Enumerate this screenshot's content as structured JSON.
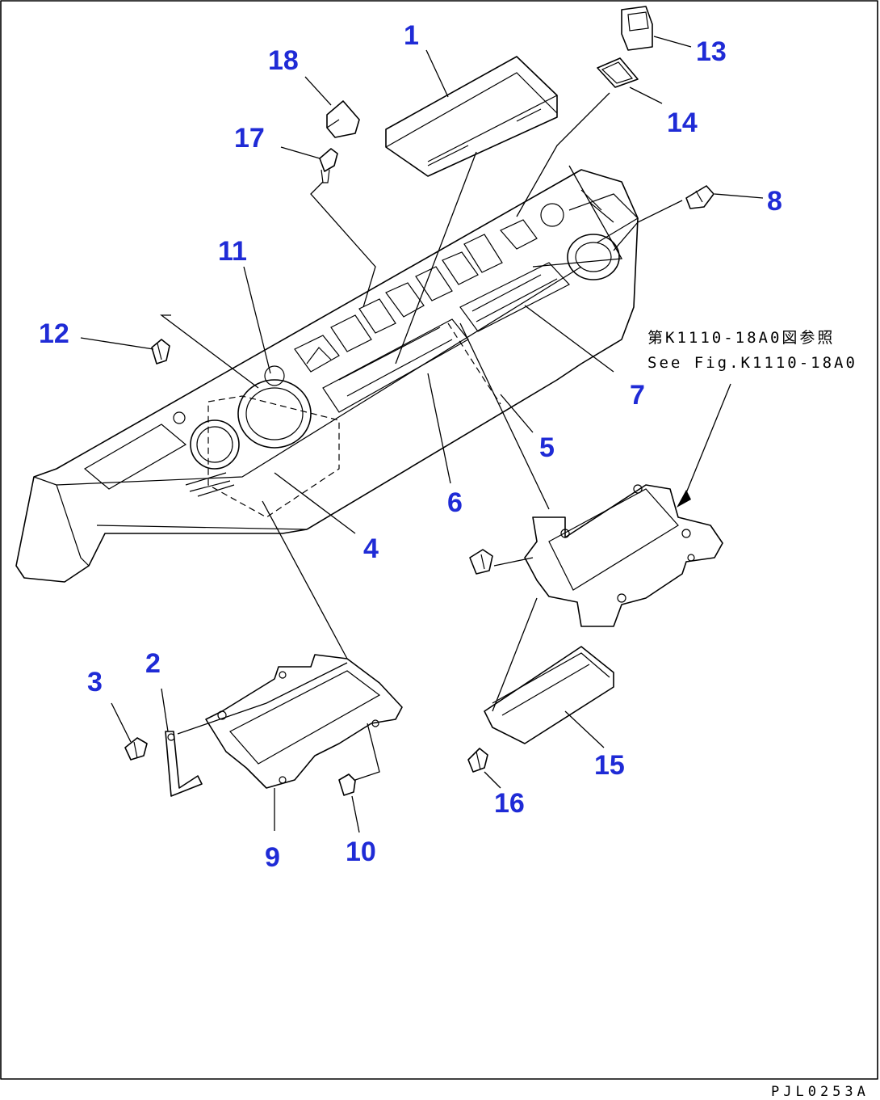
{
  "figure_code": "PJL0253A",
  "reference_note": {
    "line1": "第K1110-18A0図参照",
    "line2": "See Fig.K1110-18A0"
  },
  "callouts": {
    "c1": "1",
    "c2": "2",
    "c3": "3",
    "c4": "4",
    "c5": "5",
    "c6": "6",
    "c7": "7",
    "c8": "8",
    "c9": "9",
    "c10": "10",
    "c11": "11",
    "c12": "12",
    "c13": "13",
    "c14": "14",
    "c15": "15",
    "c16": "16",
    "c17": "17",
    "c18": "18"
  },
  "colors": {
    "callout": "#1f2bd6",
    "line": "#000000",
    "background": "#ffffff"
  }
}
